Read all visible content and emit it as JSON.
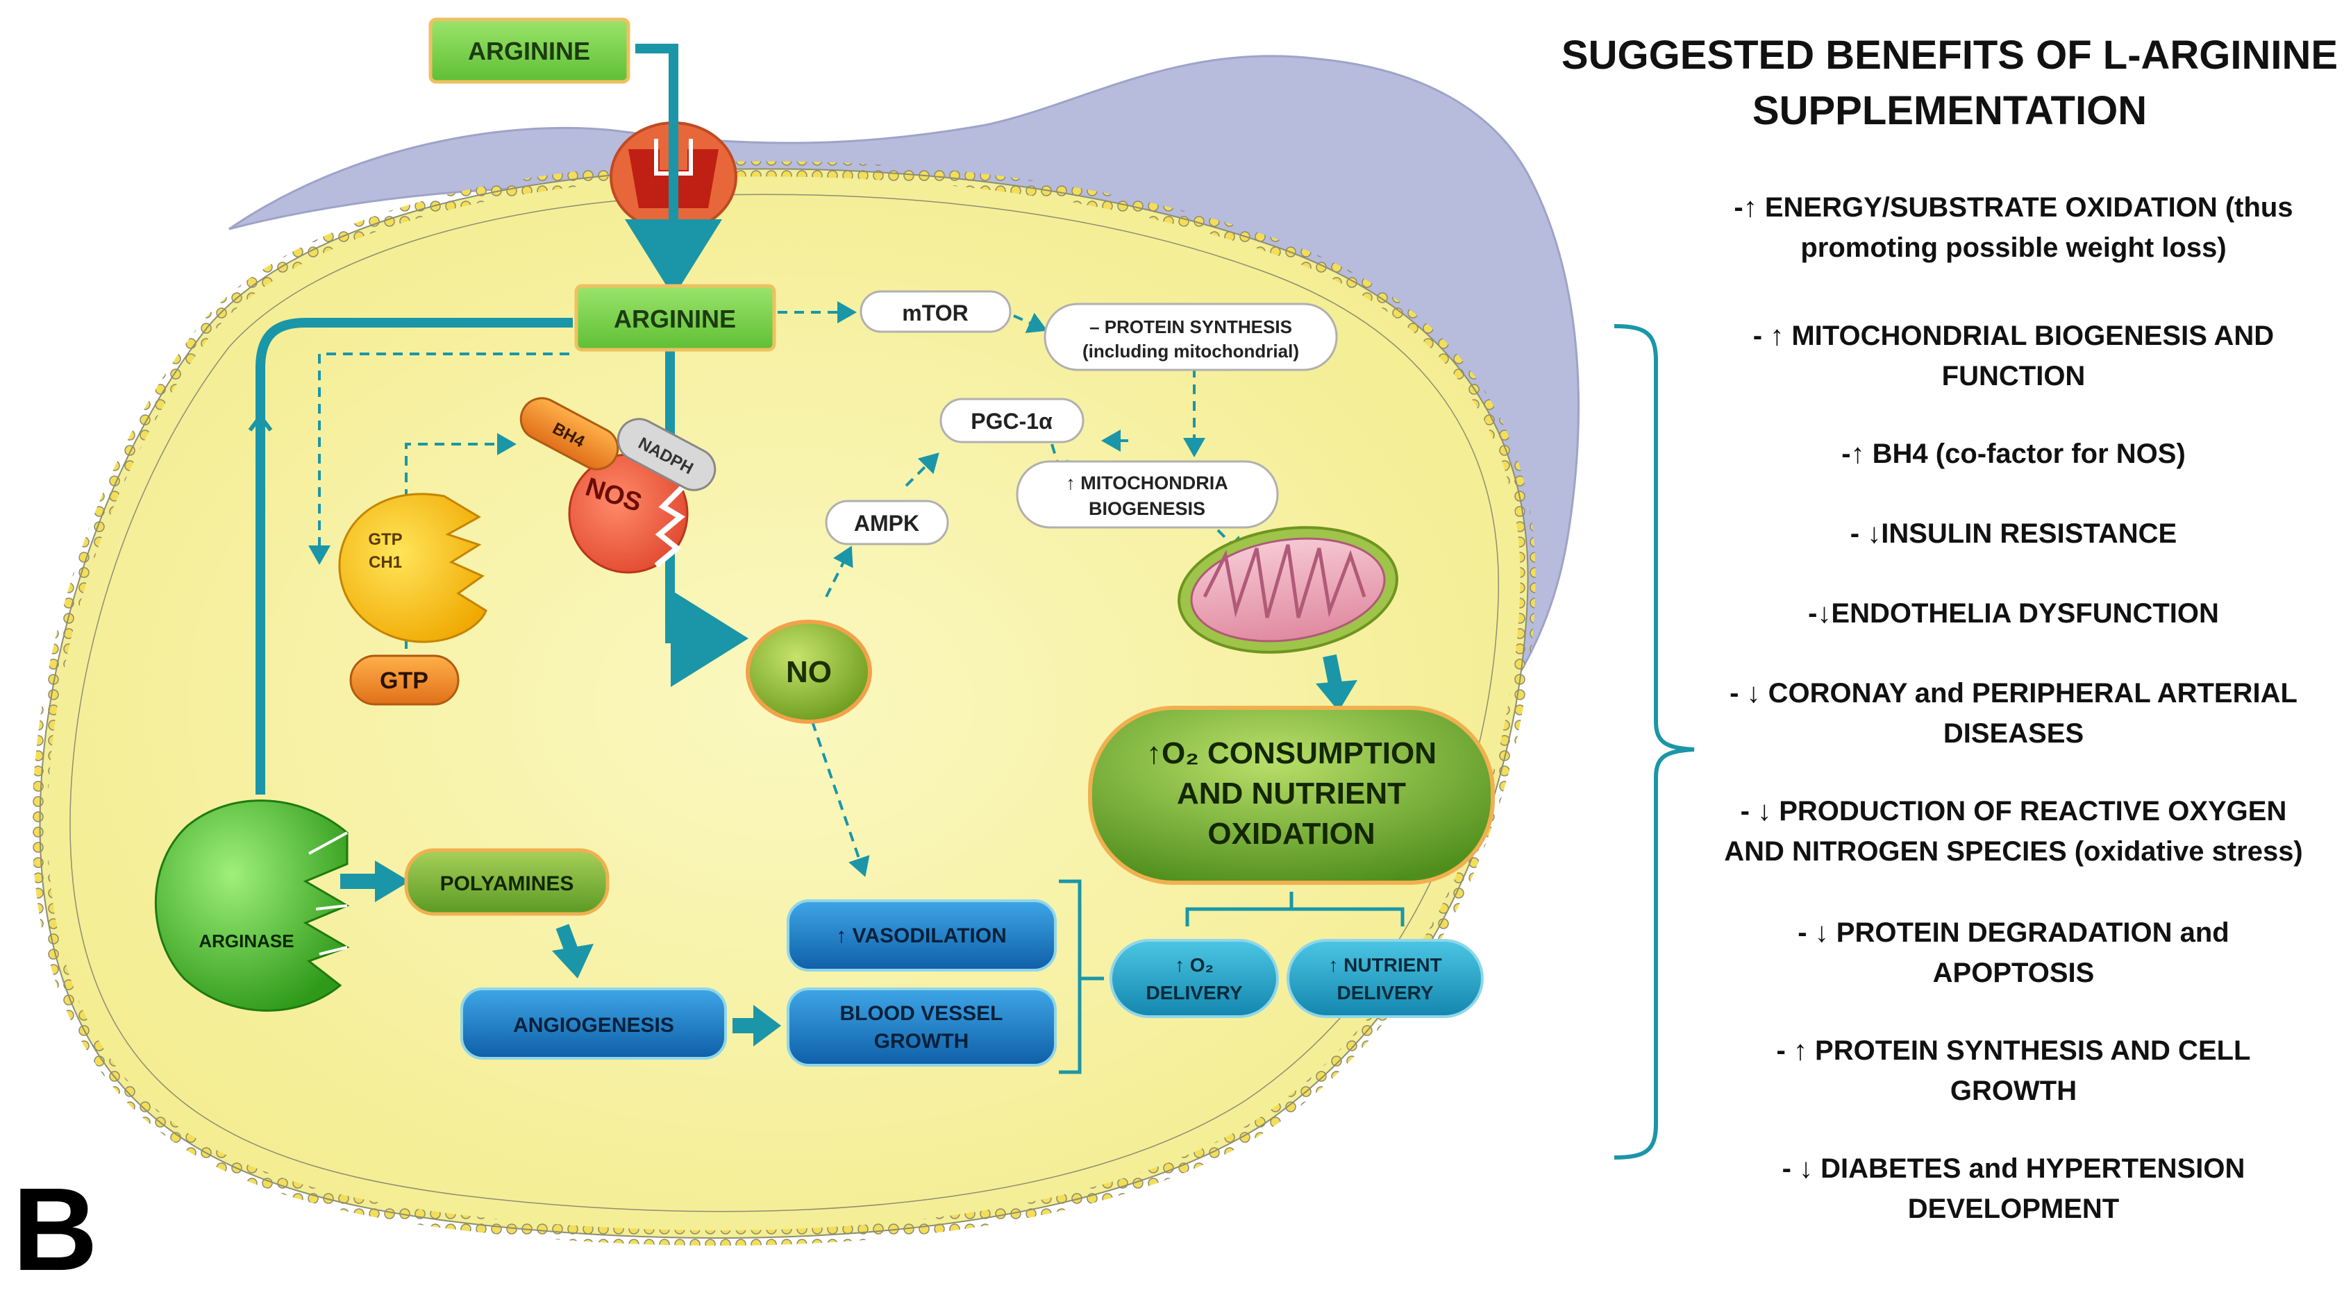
{
  "nodes": {
    "arginine_top": "ARGININE",
    "arginine_cell": "ARGININE",
    "mtor": "mTOR",
    "protein_synthesis_1": "– PROTEIN SYNTHESIS",
    "protein_synthesis_2": "(including mitochondrial)",
    "pgc": "PGC-1α",
    "mito_biogenesis_1": "↑ MITOCHONDRIA",
    "mito_biogenesis_2": "BIOGENESIS",
    "ampk": "AMPK",
    "bh4": "BH4",
    "nadph": "NADPH",
    "nos": "NOS",
    "gtp_ch1_1": "GTP",
    "gtp_ch1_2": "CH1",
    "gtp": "GTP",
    "no": "NO",
    "o2_consumption_1": "↑O₂ CONSUMPTION",
    "o2_consumption_2": "AND NUTRIENT",
    "o2_consumption_3": "OXIDATION",
    "arginase": "ARGINASE",
    "polyamines": "POLYAMINES",
    "angiogenesis": "ANGIOGENESIS",
    "vasodilation": "↑ VASODILATION",
    "blood_vessel_1": "BLOOD VESSEL",
    "blood_vessel_2": "GROWTH",
    "o2_delivery_1": "↑ O₂",
    "o2_delivery_2": "DELIVERY",
    "nutrient_delivery_1": "↑ NUTRIENT",
    "nutrient_delivery_2": "DELIVERY"
  },
  "panel_letter": "B",
  "benefits": {
    "title_line1": "SUGGESTED BENEFITS OF L-ARGININE",
    "title_line2": "SUPPLEMENTATION",
    "items": [
      {
        "l1": "-↑ ENERGY/SUBSTRATE OXIDATION (thus",
        "l2": "promoting possible weight loss)"
      },
      {
        "l1": "- ↑ MITOCHONDRIAL BIOGENESIS AND",
        "l2": "FUNCTION"
      },
      {
        "l1": "-↑ BH4 (co-factor for NOS)",
        "l2": ""
      },
      {
        "l1": "- ↓INSULIN RESISTANCE",
        "l2": ""
      },
      {
        "l1": "-↓ENDOTHELIA DYSFUNCTION",
        "l2": ""
      },
      {
        "l1": "- ↓ CORONAY and PERIPHERAL ARTERIAL",
        "l2": "DISEASES"
      },
      {
        "l1": "- ↓ PRODUCTION OF REACTIVE OXYGEN",
        "l2": "AND NITROGEN SPECIES (oxidative stress)"
      },
      {
        "l1": "- ↓ PROTEIN DEGRADATION  and",
        "l2": "APOPTOSIS"
      },
      {
        "l1": "- ↑ PROTEIN SYNTHESIS AND CELL",
        "l2": "GROWTH"
      },
      {
        "l1": "- ↓ DIABETES and HYPERTENSION",
        "l2": "DEVELOPMENT"
      }
    ]
  },
  "colors": {
    "tissue": "#b7bcdc",
    "cell_fill": "#f8f4a8",
    "membrane": "#f2e36a",
    "arrow": "#1a96a8",
    "green_box": "#7bd14b",
    "blue_box": "#1d7fc4",
    "teal_box": "#19a3c4"
  }
}
